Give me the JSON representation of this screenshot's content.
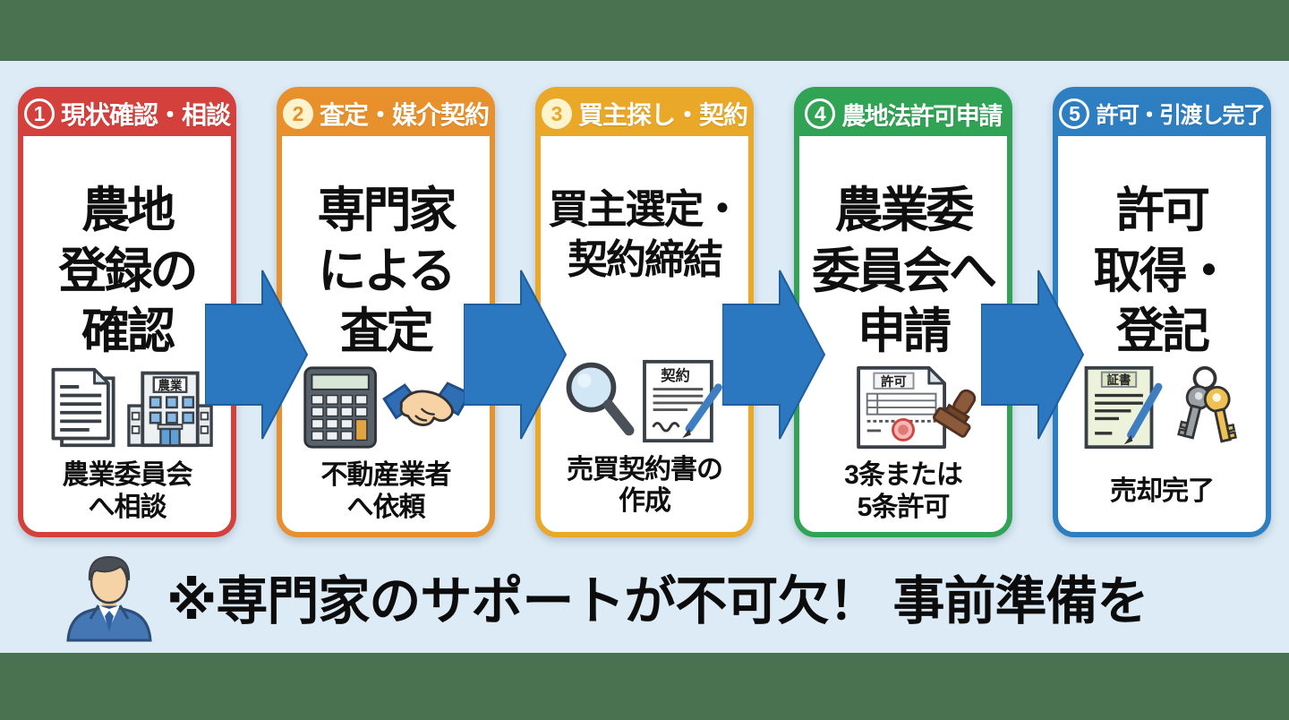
{
  "colors": {
    "letterbox_green": "#4a7150",
    "background_blue": "#dcebf6",
    "arrow_blue": "#2b77c0",
    "step1_red": "#d4403c",
    "step2_orange": "#e8912c",
    "step3_amber": "#e9a827",
    "step4_green": "#31a354",
    "step5_blue": "#2e7fc2"
  },
  "steps": [
    {
      "number": "1",
      "header_label": "現状確認・相談",
      "title": "農地\n登録の\n確認",
      "caption": "農業委員会\nへ相談",
      "icon_label": "農業",
      "icons": [
        "documents-icon",
        "agriculture-building-icon"
      ]
    },
    {
      "number": "2",
      "header_label": "査定・媒介契約",
      "title": "専門家\nによる\n査定",
      "caption": "不動産業者\nへ依頼",
      "icons": [
        "calculator-icon",
        "handshake-icon"
      ]
    },
    {
      "number": "3",
      "header_label": "買主探し・契約",
      "title": "買主選定・\n契約締結",
      "caption": "売買契約書の\n作成",
      "icon_label": "契約",
      "icons": [
        "magnifier-icon",
        "contract-document-icon"
      ]
    },
    {
      "number": "4",
      "header_label": "農地法許可申請",
      "title": "農業委\n委員会へ\n申請",
      "caption": "3条または\n5条許可",
      "icon_label": "許可",
      "icons": [
        "permit-document-icon",
        "stamp-icon"
      ]
    },
    {
      "number": "5",
      "header_label": "許可・引渡し完了",
      "title": "許可\n取得・\n登記",
      "caption": "売却完了",
      "icon_label": "証書",
      "icons": [
        "deed-document-icon",
        "keys-icon"
      ]
    }
  ],
  "footer": {
    "note": "※専門家のサポートが不可欠！ 事前準備を"
  }
}
